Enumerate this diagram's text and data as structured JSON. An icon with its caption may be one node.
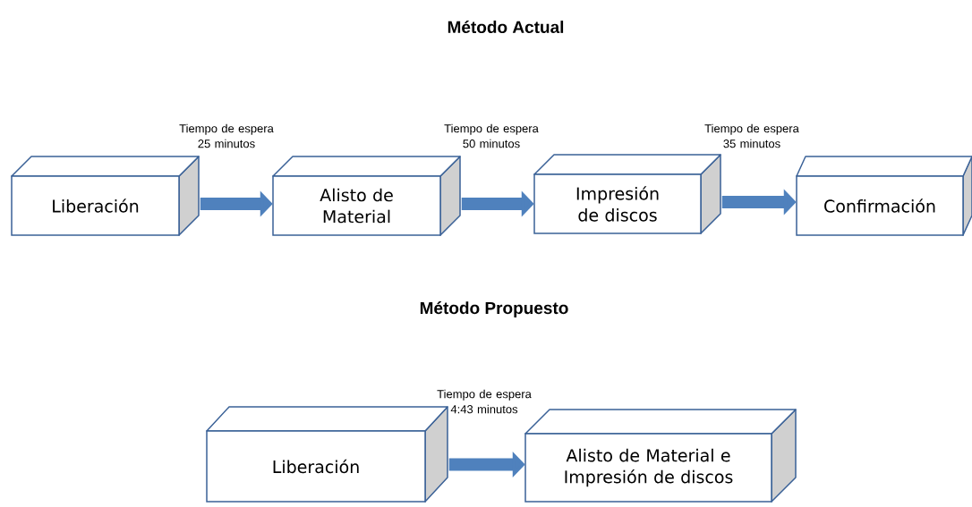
{
  "diagram": {
    "nodes": [
      {
        "text": [
          "Liberación"
        ]
      },
      {
        "text": [
          "Alisto de Material"
        ]
      },
      {
        "text": [
          "Impresión de discos"
        ]
      },
      {
        "text": [
          "Confirmación"
        ]
      },
      {
        "text": [
          "Liberación"
        ]
      },
      {
        "text": [
          "Alisto de Material e Impresión de discos"
        ]
      }
    ],
    "edges": [
      {
        "from": 0,
        "to": 1,
        "arrow": "to",
        "label": "Tiempo de espera 25 minutos"
      },
      {
        "from": 1,
        "to": 2,
        "arrow": "to",
        "label": "Tiempo de espera 50 minutos"
      },
      {
        "from": 2,
        "to": 3,
        "arrow": "to",
        "label": "Tiempo de espera 35 minutos"
      },
      {
        "from": 4,
        "to": 5,
        "arrow": "to",
        "label": "Tiempo de espera 4:43 minutos"
      }
    ],
    "labels": [
      "Método Actual",
      "Método Propuesto"
    ]
  }
}
